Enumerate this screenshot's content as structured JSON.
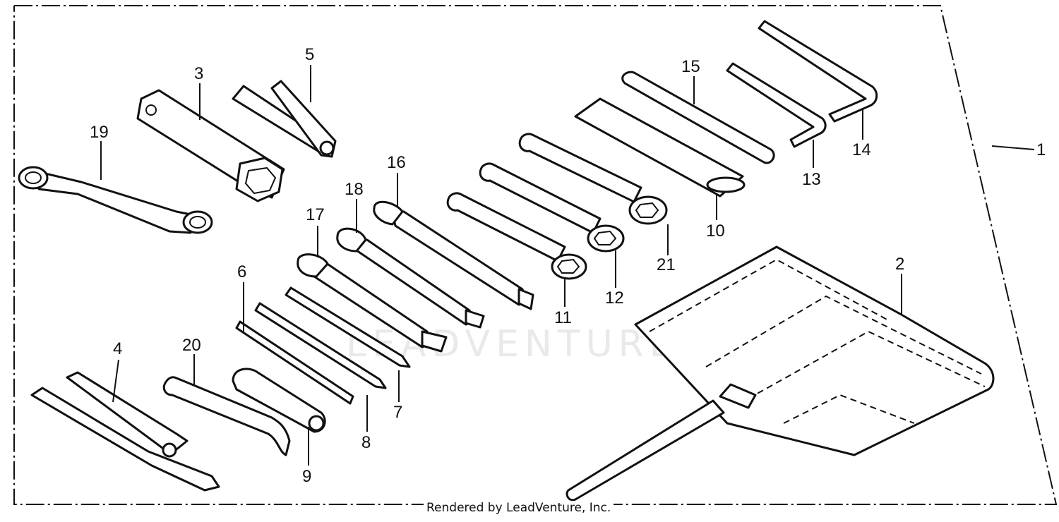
{
  "credit": "Rendered by LeadVenture, Inc.",
  "watermark": "LEADVENTURE",
  "callouts": [
    "1",
    "2",
    "3",
    "4",
    "5",
    "6",
    "7",
    "8",
    "9",
    "10",
    "11",
    "12",
    "13",
    "14",
    "15",
    "16",
    "17",
    "18",
    "19",
    "20",
    "21"
  ],
  "colors": {
    "ink": "#111111",
    "paper": "#ffffff",
    "watermark": "#e9e9e9"
  }
}
